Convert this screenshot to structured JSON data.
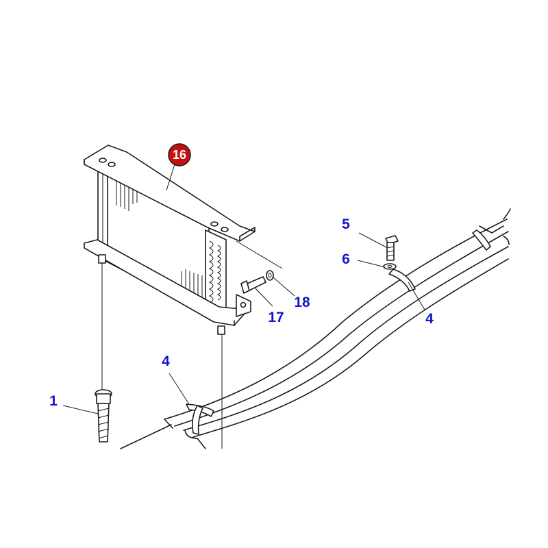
{
  "diagram": {
    "label_color": "#1414c8",
    "badge_color": "#c41010",
    "callouts": [
      {
        "id": "c16",
        "text": "16",
        "style": "badge"
      },
      {
        "id": "c5",
        "text": "5",
        "style": "plain"
      },
      {
        "id": "c6",
        "text": "6",
        "style": "plain"
      },
      {
        "id": "c18",
        "text": "18",
        "style": "plain"
      },
      {
        "id": "c17",
        "text": "17",
        "style": "plain"
      },
      {
        "id": "c4a",
        "text": "4",
        "style": "plain"
      },
      {
        "id": "c4b",
        "text": "4",
        "style": "plain"
      },
      {
        "id": "c1",
        "text": "1",
        "style": "plain"
      }
    ]
  }
}
